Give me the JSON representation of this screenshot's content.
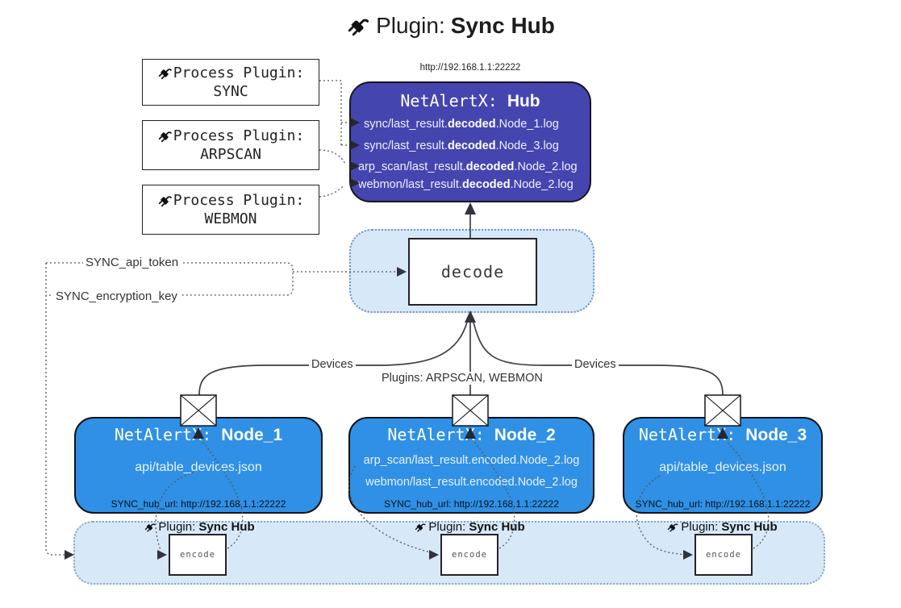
{
  "title": {
    "prefix": "Plugin: ",
    "bold": "Sync Hub"
  },
  "colors": {
    "hub_fill": "#4545b0",
    "node_fill": "#2f90e5",
    "band_fill": "#d7e8f9",
    "line": "#3d3d46"
  },
  "hub": {
    "url": "http://192.168.1.1:22222",
    "name_prefix": "NetAlertX: ",
    "name_bold": "Hub",
    "lines": [
      {
        "pre": "sync/last_result.",
        "bold": "decoded",
        "post": ".Node_1.log"
      },
      {
        "pre": "sync/last_result.",
        "bold": "decoded",
        "post": ".Node_3.log"
      },
      {
        "pre": "arp_scan/last_result.",
        "bold": "decoded",
        "post": ".Node_2.log"
      },
      {
        "pre": "webmon/last_result.",
        "bold": "decoded",
        "post": ".Node_2.log"
      }
    ]
  },
  "process_plugins": [
    {
      "label": "Process Plugin:",
      "name": "SYNC"
    },
    {
      "label": "Process Plugin:",
      "name": "ARPSCAN"
    },
    {
      "label": "Process Plugin:",
      "name": "WEBMON"
    }
  ],
  "decode": {
    "label": "decode"
  },
  "settings": {
    "api_token": "SYNC_api_token",
    "encryption_key": "SYNC_encryption_key"
  },
  "edges": {
    "devices_left": "Devices",
    "devices_right": "Devices",
    "plugins_mid": "Plugins: ARPSCAN, WEBMON"
  },
  "nodes": [
    {
      "name_prefix": "NetAlertX: ",
      "name_bold": "Node_1",
      "lines": [
        "api/table_devices.json"
      ],
      "footer": "SYNC_hub_url: http://192.168.1.1:22222"
    },
    {
      "name_prefix": "NetAlertX: ",
      "name_bold": "Node_2",
      "lines": [
        "arp_scan/last_result.encoded.Node_2.log",
        "webmon/last_result.encoded.Node_2.log"
      ],
      "footer": "SYNC_hub_url: http://192.168.1.1:22222"
    },
    {
      "name_prefix": "NetAlertX: ",
      "name_bold": "Node_3",
      "lines": [
        "api/table_devices.json"
      ],
      "footer": "SYNC_hub_url: http://192.168.1.1:22222"
    }
  ],
  "sync_band": {
    "plugin_prefix": "Plugin: ",
    "plugin_bold": "Sync Hub",
    "encode_label": "encode"
  }
}
